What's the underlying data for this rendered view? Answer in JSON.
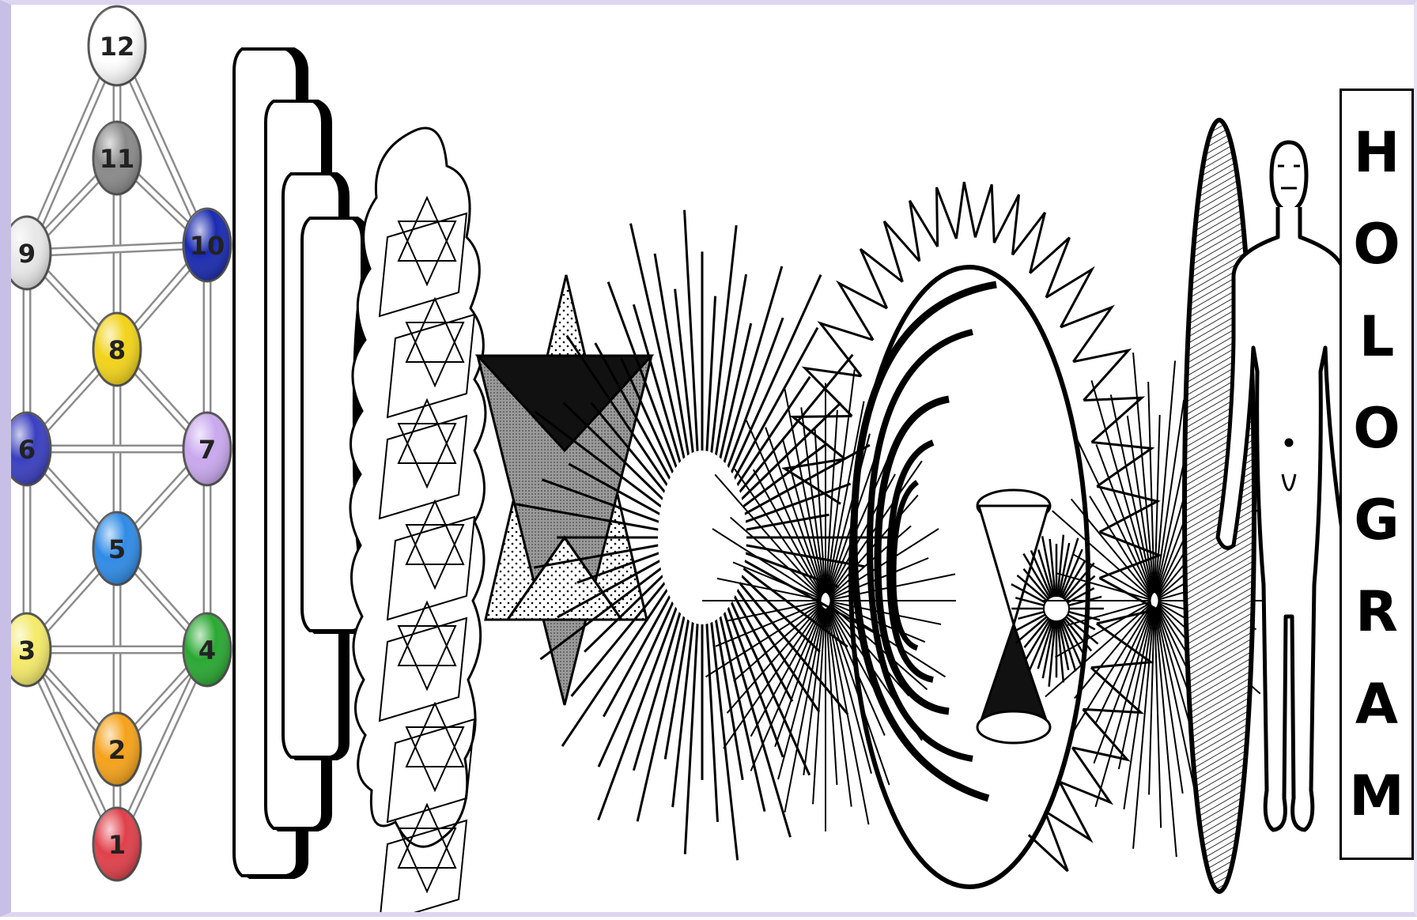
{
  "tree_of_life": {
    "nodes": [
      {
        "label": "12",
        "color": "#ffffff"
      },
      {
        "label": "11",
        "color": "#8a8a8a"
      },
      {
        "label": "9",
        "color": "#e8e8e8"
      },
      {
        "label": "10",
        "color": "#1a2bb0"
      },
      {
        "label": "8",
        "color": "#f2d31a"
      },
      {
        "label": "6",
        "color": "#3a3fc0"
      },
      {
        "label": "7",
        "color": "#c9a8ee"
      },
      {
        "label": "5",
        "color": "#2f8be6"
      },
      {
        "label": "3",
        "color": "#f4ea6a"
      },
      {
        "label": "4",
        "color": "#2aa832"
      },
      {
        "label": "2",
        "color": "#f5a21a"
      },
      {
        "label": "1",
        "color": "#e0404a"
      }
    ]
  },
  "hologram_label": {
    "letters": [
      "H",
      "O",
      "L",
      "O",
      "G",
      "R",
      "A",
      "M"
    ]
  },
  "colors": {
    "frame": "#c8bfe6",
    "ink": "#000000"
  }
}
